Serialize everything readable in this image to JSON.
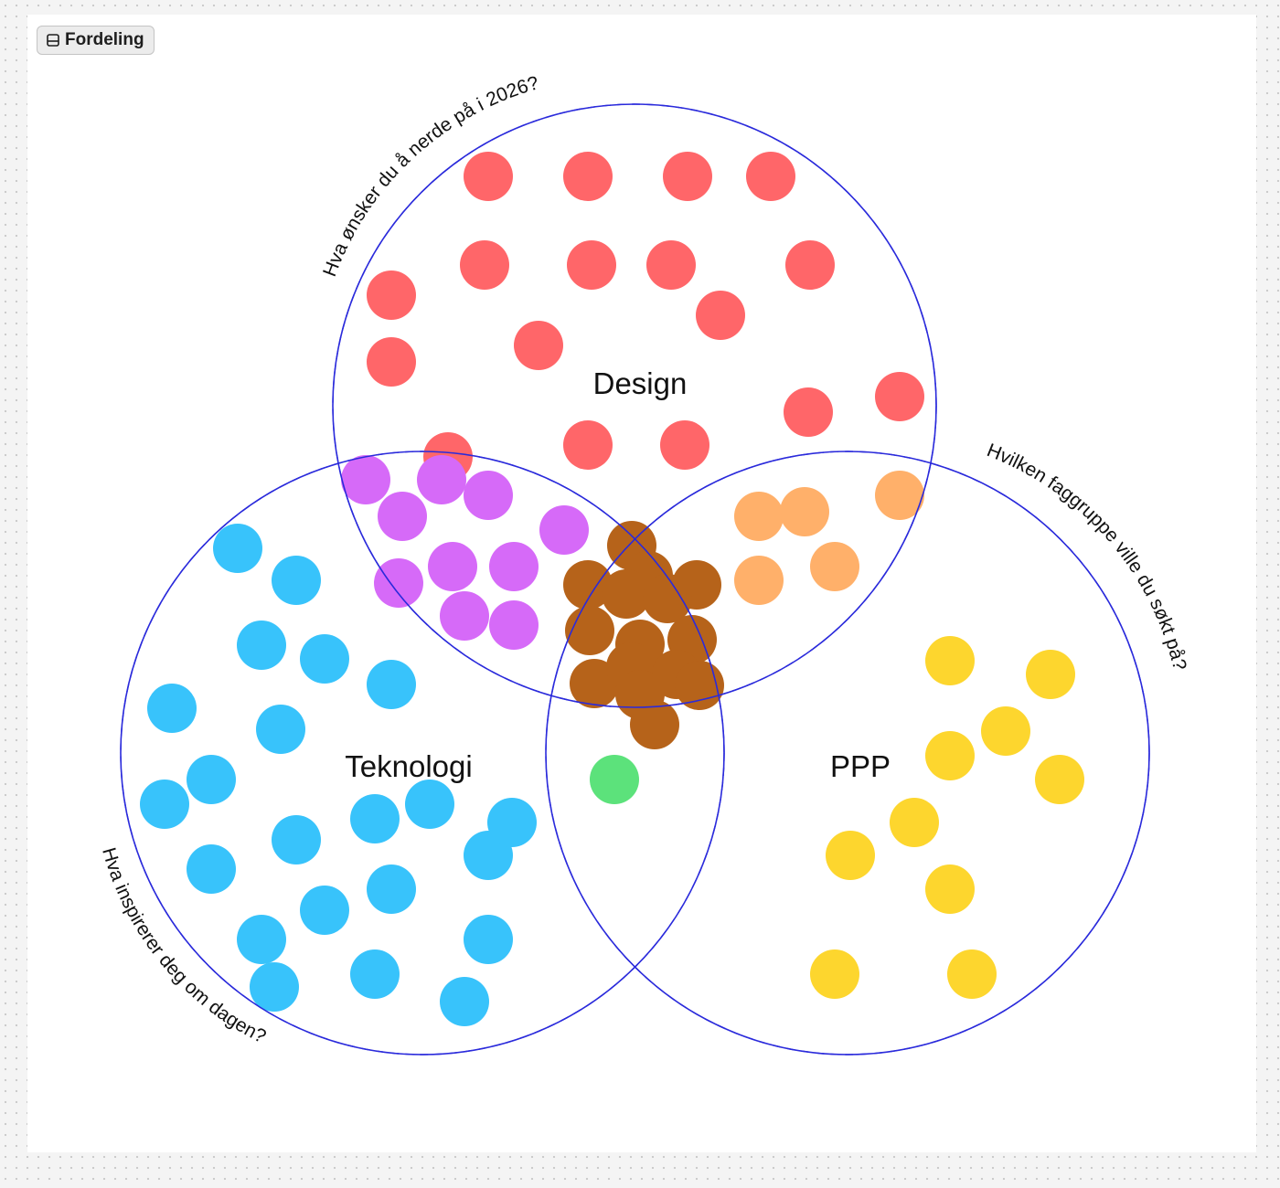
{
  "frame": {
    "label": "Fordeling",
    "icon": "frame-icon"
  },
  "sets": {
    "design": {
      "label": "Design",
      "question": "Hva ønsker du å nerde på i 2026?"
    },
    "teknologi": {
      "label": "Teknologi",
      "question": "Hva inspirerer deg om dagen?"
    },
    "ppp": {
      "label": "PPP",
      "question": "Hvilken faggruppe ville du søkt på?"
    }
  },
  "colors": {
    "circle": "#2a2adb",
    "design": "#ff6669",
    "teknologi": "#38c3fb",
    "ppp": "#fdd62e",
    "design_teknologi": "#d66af8",
    "design_ppp": "#ffb06a",
    "teknologi_ppp": "#5ce27b",
    "all": "#b6631a"
  },
  "dots": {
    "design": 17,
    "teknologi": 22,
    "ppp": 10,
    "design_teknologi": 10,
    "design_ppp": 5,
    "teknologi_ppp": 1,
    "all": 15
  }
}
